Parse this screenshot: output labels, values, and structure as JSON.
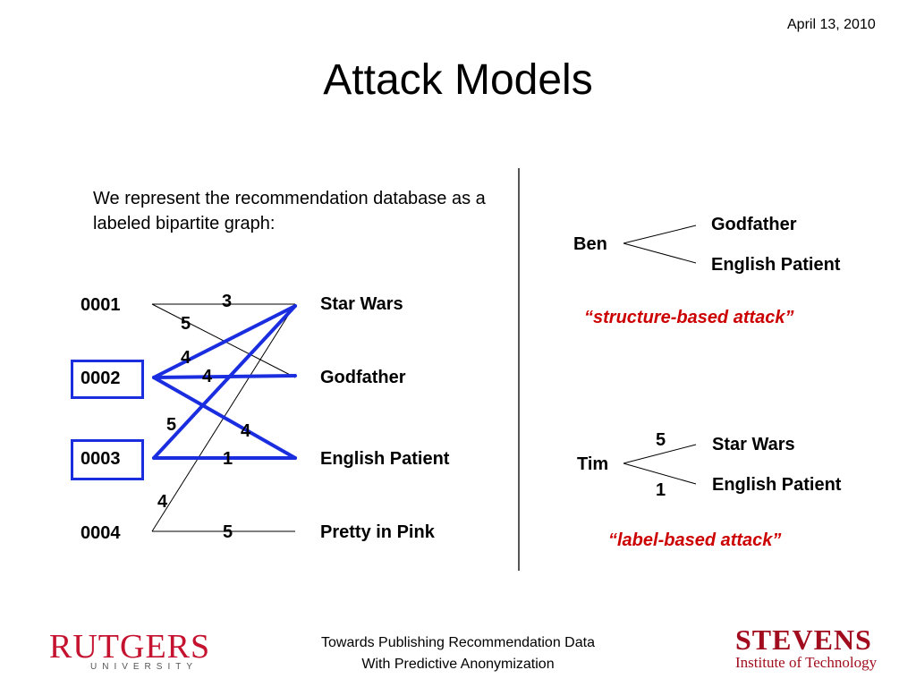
{
  "header": {
    "date": "April 13, 2010",
    "title": "Attack Models"
  },
  "intro": {
    "text": "We represent the recommendation database as a labeled bipartite graph:"
  },
  "left_graph": {
    "users": [
      "0001",
      "0002",
      "0003",
      "0004"
    ],
    "movies": [
      "Star Wars",
      "Godfather",
      "English Patient",
      "Pretty in Pink"
    ],
    "edge_labels": [
      "3",
      "5",
      "4",
      "4",
      "5",
      "4",
      "1",
      "4",
      "5"
    ],
    "highlight_color": "#1a2ee0"
  },
  "structure_attack": {
    "user": "Ben",
    "movies": [
      "Godfather",
      "English Patient"
    ],
    "caption": "“structure-based attack”"
  },
  "label_attack": {
    "user": "Tim",
    "movies": [
      "Star Wars",
      "English Patient"
    ],
    "ratings": [
      "5",
      "1"
    ],
    "caption": "“label-based attack”"
  },
  "footer": {
    "line1": "Towards Publishing Recommendation Data",
    "line2": "With Predictive Anonymization",
    "left_logo_main": "RUTGERS",
    "left_logo_sub": "UNIVERSITY",
    "right_logo_main": "STEVENS",
    "right_logo_sub": "Institute of Technology"
  },
  "colors": {
    "accent": "#cc0000",
    "highlight": "#1a2ee0"
  }
}
